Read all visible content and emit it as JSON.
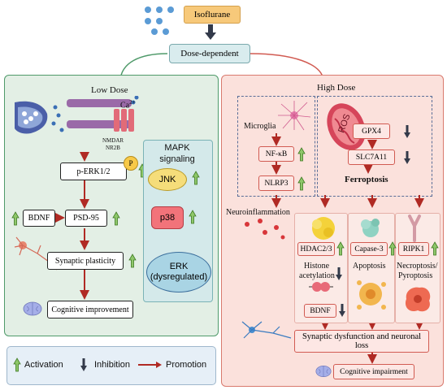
{
  "top": {
    "isoflurane": "Isoflurane",
    "dose_dependent": "Dose-dependent"
  },
  "low": {
    "title": "Low Dose",
    "ca": "Ca",
    "ca_sup": "2+",
    "nmdar": "NMDAR",
    "nr2b": "NR2B",
    "perk": "p-ERK1/2",
    "p_badge": "P",
    "bdnf": "BDNF",
    "psd95": "PSD-95",
    "synaptic": "Synaptic plasticity",
    "cognitive": "Cognitive improvement"
  },
  "mapk": {
    "title_line1": "MAPK",
    "title_line2": "signaling",
    "jnk": "JNK",
    "p38": "p38",
    "erk_line1": "ERK",
    "erk_line2": "(dysregulated)"
  },
  "high": {
    "title": "High Dose",
    "microglia": "Microglia",
    "nfkb": "NF-κB",
    "nlrp3": "NLRP3",
    "ros": "ROS",
    "gpx4": "GPX4",
    "slc7a11": "SLC7A11",
    "ferroptosis": "Ferroptosis",
    "neuroinflammation": "Neuroinflammation",
    "hdac": "HDAC2/3",
    "histone_line1": "Histone",
    "histone_line2": "acetylation",
    "bdnf": "BDNF",
    "capase": "Capase-3",
    "apoptosis": "Apoptosis",
    "ripk1": "RIPK1",
    "necro_line1": "Necroptosis/",
    "necro_line2": "Pyroptosis",
    "synaptic_loss": "Synaptic dysfunction and neuronal loss",
    "impairment": "Cognitive impairment"
  },
  "legend": {
    "activation": "Activation",
    "inhibition": "Inhibition",
    "promotion": "Promotion"
  },
  "colors": {
    "activation_arrow": "#5a9a2e",
    "inhibition_arrow": "#333a4a",
    "promotion_arrow": "#b02a24",
    "low_panel": "#e3efe5",
    "high_panel": "#fbe1dc",
    "mapk_panel": "#d4e9ea",
    "jnk": "#f5dd7a",
    "p38": "#f2737a",
    "erk": "#a9d4e4"
  }
}
